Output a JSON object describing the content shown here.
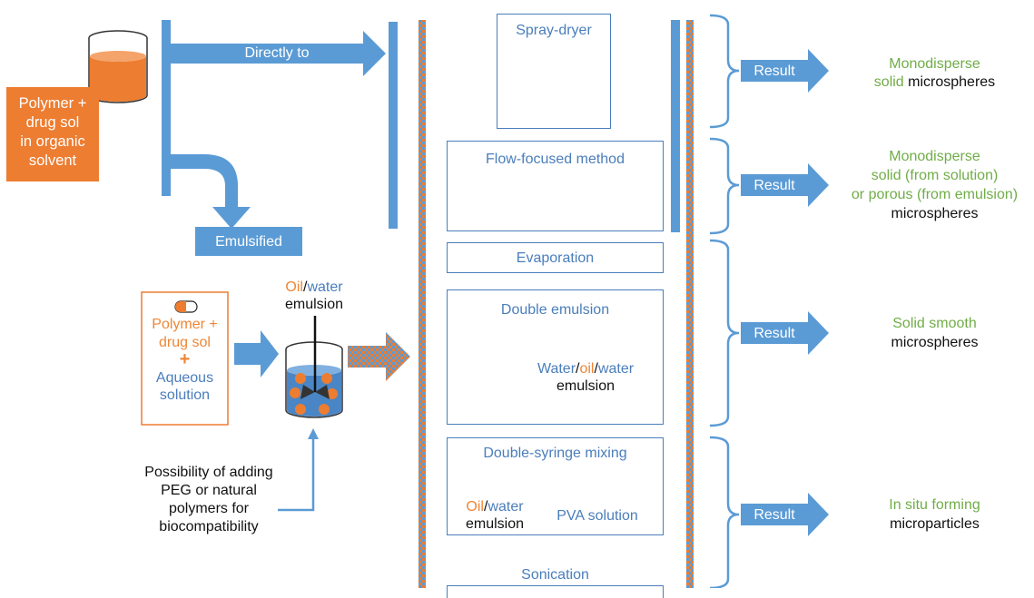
{
  "left": {
    "beaker_label": [
      "Polymer +",
      "drug sol",
      "in organic",
      "solvent"
    ],
    "directly_to": "Directly to",
    "emulsified": "Emulsified",
    "aq_box": {
      "line1": "Polymer +",
      "line2": "drug sol",
      "plus": "+",
      "line3": "Aqueous",
      "line4": "solution"
    },
    "ow_emulsion": {
      "oil": "Oil",
      "slash": "/",
      "water": "water",
      "emulsion": "emulsion"
    },
    "peg_note": [
      "Possibility of adding",
      "PEG or natural",
      "polymers for",
      "biocompatibility"
    ]
  },
  "methods": {
    "spray_dryer": "Spray-dryer",
    "flow_focused": "Flow-focused method",
    "evaporation": "Evaporation",
    "double_emulsion": "Double emulsion",
    "wow": {
      "water1": "Water",
      "s1": "/",
      "oil": "oil",
      "s2": "/",
      "water2": "water",
      "emulsion": "emulsion"
    },
    "double_syringe": "Double-syringe mixing",
    "syr_ow": {
      "oil": "Oil",
      "slash": "/",
      "water": "water",
      "emulsion": "emulsion"
    },
    "pva": "PVA solution",
    "sonication": "Sonication"
  },
  "results": [
    {
      "label": "Result",
      "lines": [
        {
          "g": "Monodisperse",
          "d": ""
        },
        {
          "g": "solid",
          "d": " microspheres"
        }
      ]
    },
    {
      "label": "Result",
      "lines": [
        {
          "g": "Monodisperse",
          "d": ""
        },
        {
          "g": "solid (from solution)",
          "d": ""
        },
        {
          "g": "or porous (from emulsion)",
          "d": ""
        },
        {
          "g": "",
          "d": "microspheres"
        }
      ]
    },
    {
      "label": "Result",
      "lines": [
        {
          "g": "Solid smooth",
          "d": ""
        },
        {
          "g": "",
          "d": "microspheres"
        }
      ]
    },
    {
      "label": "Result",
      "lines": [
        {
          "g": "In situ forming",
          "d": ""
        },
        {
          "g": "",
          "d": "microparticles"
        }
      ]
    }
  ],
  "colors": {
    "blue": "#5b9bd5",
    "dark_blue": "#4a7ebb",
    "orange": "#ed7d31",
    "green": "#70ad47"
  }
}
